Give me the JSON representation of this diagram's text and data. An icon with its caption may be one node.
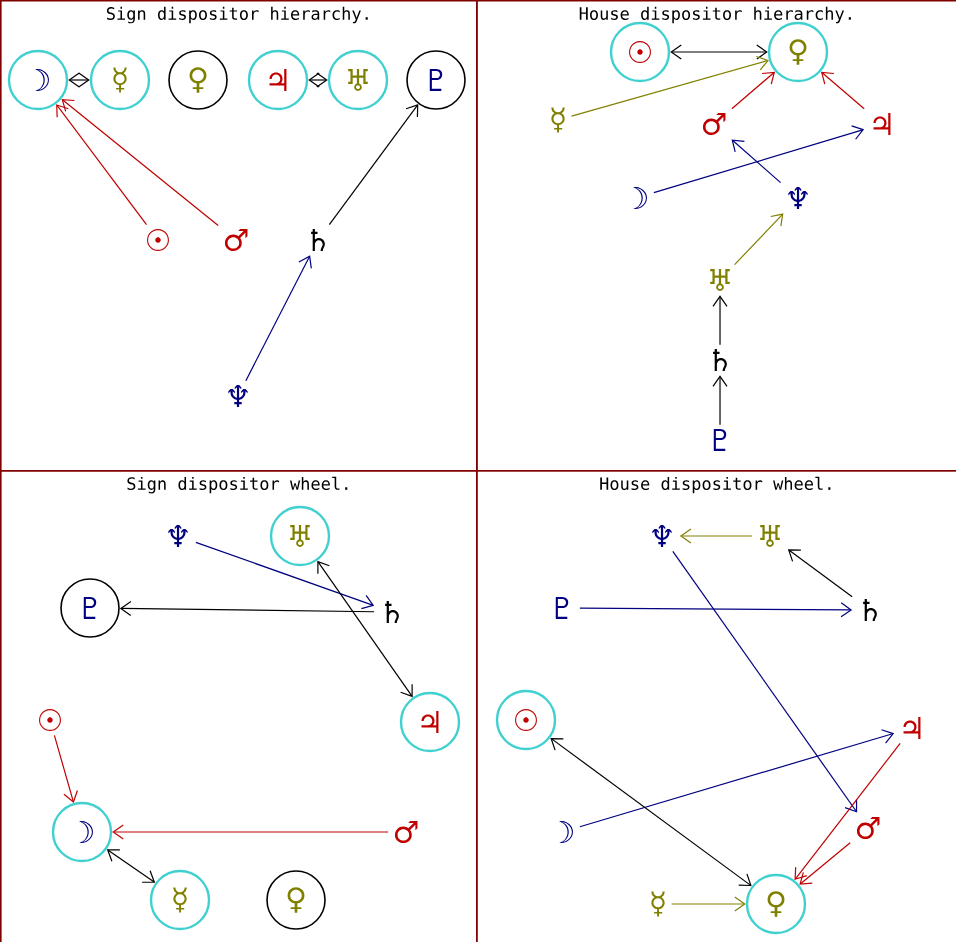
{
  "diagram": {
    "nodes": [
      {
        "text": [
          "Sign dispositor hierarchy."
        ]
      },
      {
        "text": [
          "☽"
        ],
        "in": 0
      },
      {
        "text": [
          "☿"
        ],
        "in": 0
      },
      {
        "text": [
          "♀"
        ],
        "in": 0
      },
      {
        "text": [
          "♃"
        ],
        "in": 0
      },
      {
        "text": [
          "♅"
        ],
        "in": 0
      },
      {
        "text": [
          "♇"
        ],
        "in": 0
      },
      {
        "text": [
          "☉"
        ],
        "in": 0
      },
      {
        "text": [
          "♂"
        ],
        "in": 0
      },
      {
        "text": [
          "♄"
        ],
        "in": 0
      },
      {
        "text": [
          "♆"
        ],
        "in": 0
      },
      {
        "text": [
          "House dispositor hierarchy."
        ]
      },
      {
        "text": [
          "☉"
        ],
        "in": 11
      },
      {
        "text": [
          "♀"
        ],
        "in": 11
      },
      {
        "text": [
          "☿"
        ],
        "in": 11
      },
      {
        "text": [
          "♂"
        ],
        "in": 11
      },
      {
        "text": [
          "♃"
        ],
        "in": 11
      },
      {
        "text": [
          "☽"
        ],
        "in": 11
      },
      {
        "text": [
          "♆"
        ],
        "in": 11
      },
      {
        "text": [
          "♅"
        ],
        "in": 11
      },
      {
        "text": [
          "♄"
        ],
        "in": 11
      },
      {
        "text": [
          "♇"
        ],
        "in": 11
      },
      {
        "text": [
          "Sign dispositor wheel."
        ]
      },
      {
        "text": [
          "♆"
        ],
        "in": 22
      },
      {
        "text": [
          "♅"
        ],
        "in": 22
      },
      {
        "text": [
          "♇"
        ],
        "in": 22
      },
      {
        "text": [
          "♄"
        ],
        "in": 22
      },
      {
        "text": [
          "♃"
        ],
        "in": 22
      },
      {
        "text": [
          "☉"
        ],
        "in": 22
      },
      {
        "text": [
          "☽"
        ],
        "in": 22
      },
      {
        "text": [
          "♂"
        ],
        "in": 22
      },
      {
        "text": [
          "☿"
        ],
        "in": 22
      },
      {
        "text": [
          "♀"
        ],
        "in": 22
      },
      {
        "text": [
          "House dispositor wheel."
        ]
      },
      {
        "text": [
          "♆"
        ],
        "in": 33
      },
      {
        "text": [
          "♅"
        ],
        "in": 33
      },
      {
        "text": [
          "♇"
        ],
        "in": 33
      },
      {
        "text": [
          "♄"
        ],
        "in": 33
      },
      {
        "text": [
          "☉"
        ],
        "in": 33
      },
      {
        "text": [
          "♃"
        ],
        "in": 33
      },
      {
        "text": [
          "☽"
        ],
        "in": 33
      },
      {
        "text": [
          "♂"
        ],
        "in": 33
      },
      {
        "text": [
          "☿"
        ],
        "in": 33
      },
      {
        "text": [
          "♀"
        ],
        "in": 33
      }
    ],
    "edges": [
      {
        "from": 1,
        "to": 2,
        "arrow": "both"
      },
      {
        "from": 4,
        "to": 5,
        "arrow": "both"
      },
      {
        "from": 7,
        "to": 1,
        "arrow": "to",
        "color": "#c00000"
      },
      {
        "from": 8,
        "to": 1,
        "arrow": "to",
        "color": "#c00000"
      },
      {
        "from": 9,
        "to": 6,
        "arrow": "to"
      },
      {
        "from": 10,
        "to": 9,
        "arrow": "to",
        "color": "#000080"
      },
      {
        "from": 12,
        "to": 13,
        "arrow": "both"
      },
      {
        "from": 14,
        "to": 13,
        "arrow": "to",
        "color": "#808000"
      },
      {
        "from": 15,
        "to": 13,
        "arrow": "to",
        "color": "#c00000"
      },
      {
        "from": 16,
        "to": 13,
        "arrow": "to",
        "color": "#c00000"
      },
      {
        "from": 17,
        "to": 16,
        "arrow": "to",
        "color": "#000080"
      },
      {
        "from": 18,
        "to": 15,
        "arrow": "to",
        "color": "#000080"
      },
      {
        "from": 19,
        "to": 18,
        "arrow": "to",
        "color": "#808000"
      },
      {
        "from": 20,
        "to": 19,
        "arrow": "to"
      },
      {
        "from": 21,
        "to": 20,
        "arrow": "to"
      },
      {
        "from": 23,
        "to": 26,
        "arrow": "to",
        "color": "#000080"
      },
      {
        "from": 26,
        "to": 25,
        "arrow": "to"
      },
      {
        "from": 24,
        "to": 27,
        "arrow": "both"
      },
      {
        "from": 28,
        "to": 29,
        "arrow": "to",
        "color": "#c00000"
      },
      {
        "from": 30,
        "to": 29,
        "arrow": "to",
        "color": "#c00000"
      },
      {
        "from": 29,
        "to": 31,
        "arrow": "both"
      },
      {
        "from": 35,
        "to": 34,
        "arrow": "to",
        "color": "#808000"
      },
      {
        "from": 37,
        "to": 35,
        "arrow": "to"
      },
      {
        "from": 36,
        "to": 37,
        "arrow": "to",
        "color": "#000080"
      },
      {
        "from": 34,
        "to": 41,
        "arrow": "to",
        "color": "#000080"
      },
      {
        "from": 40,
        "to": 39,
        "arrow": "to",
        "color": "#000080"
      },
      {
        "from": 38,
        "to": 43,
        "arrow": "both"
      },
      {
        "from": 39,
        "to": 43,
        "arrow": "to",
        "color": "#c00000"
      },
      {
        "from": 41,
        "to": 43,
        "arrow": "to",
        "color": "#c00000"
      },
      {
        "from": 42,
        "to": 43,
        "arrow": "to",
        "color": "#808000"
      }
    ]
  }
}
